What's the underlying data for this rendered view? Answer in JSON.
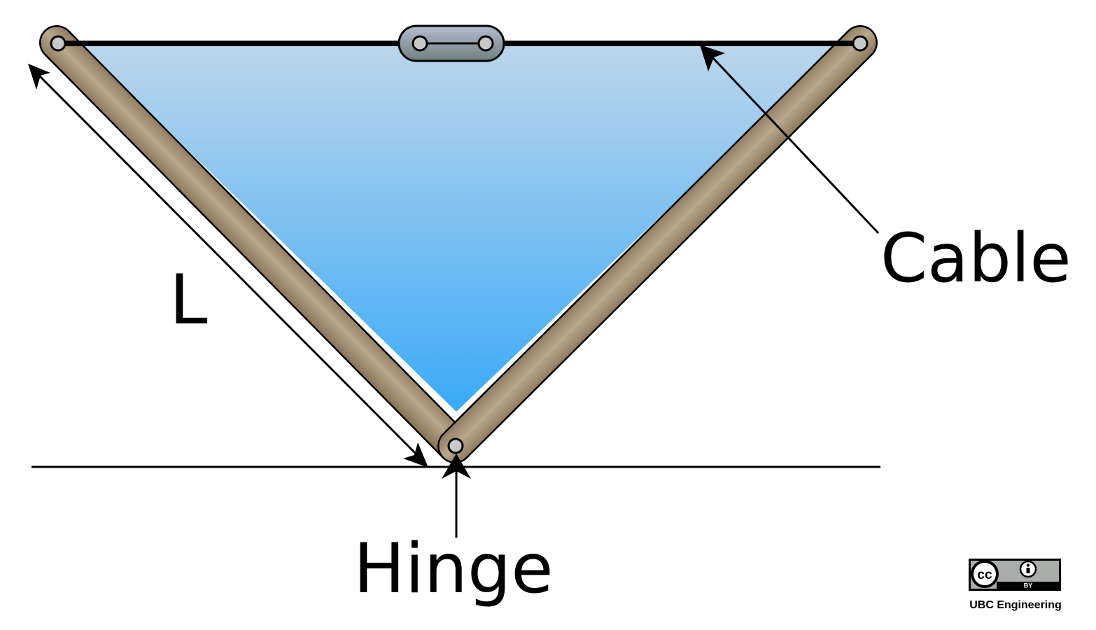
{
  "labels": {
    "length": "L",
    "cable": "Cable",
    "hinge": "Hinge"
  },
  "license": {
    "cc_mark": "cc",
    "by": "BY",
    "credit": "UBC Engineering"
  },
  "colors": {
    "water_top": "#bcd6eb",
    "water_bottom": "#3aaaf8",
    "beam_light": "#b6a68b",
    "beam_dark": "#7f6a4f",
    "outline": "#000000",
    "pin_fill": "#c8c8c8",
    "buckle_fill": "#8c96a0"
  },
  "icons": [
    "creative-commons-icon",
    "attribution-person-icon"
  ]
}
